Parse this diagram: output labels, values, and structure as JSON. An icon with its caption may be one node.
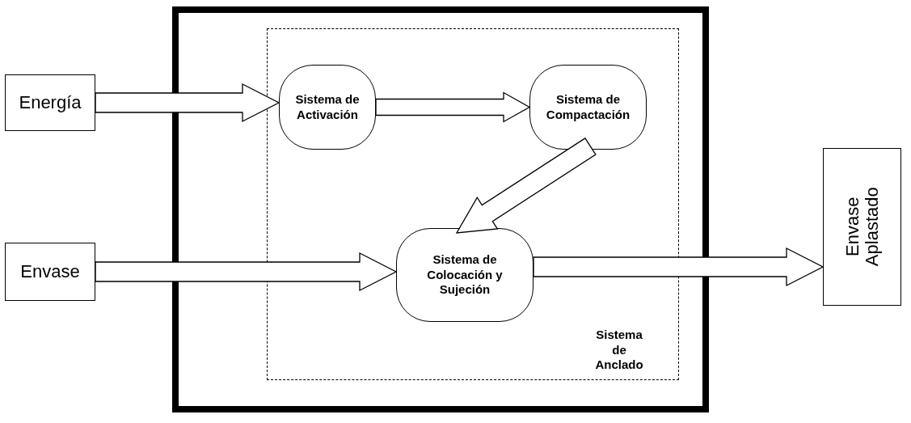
{
  "diagram": {
    "nodes": [
      {
        "text": [
          "Energía"
        ]
      },
      {
        "text": [
          "Envase"
        ]
      },
      {
        "text": [],
        "shape": "box"
      },
      {
        "text": [
          "Sistema de Anclado"
        ],
        "in": 2
      },
      {
        "text": [
          "Sistema de Activación"
        ],
        "in": 3
      },
      {
        "text": [
          "Sistema de Compactación"
        ],
        "in": 3
      },
      {
        "text": [
          "Sistema de Colocación y Sujeción"
        ],
        "in": 3
      },
      {
        "text": [
          "Envase Aplastado"
        ]
      }
    ],
    "edges": [
      {
        "from": 0,
        "to": 4,
        "arrow": "to"
      },
      {
        "from": 4,
        "to": 5,
        "arrow": "to"
      },
      {
        "from": 5,
        "to": 6,
        "arrow": "to"
      },
      {
        "from": 1,
        "to": 6,
        "arrow": "to"
      },
      {
        "from": 6,
        "to": 7,
        "arrow": "to"
      }
    ]
  }
}
